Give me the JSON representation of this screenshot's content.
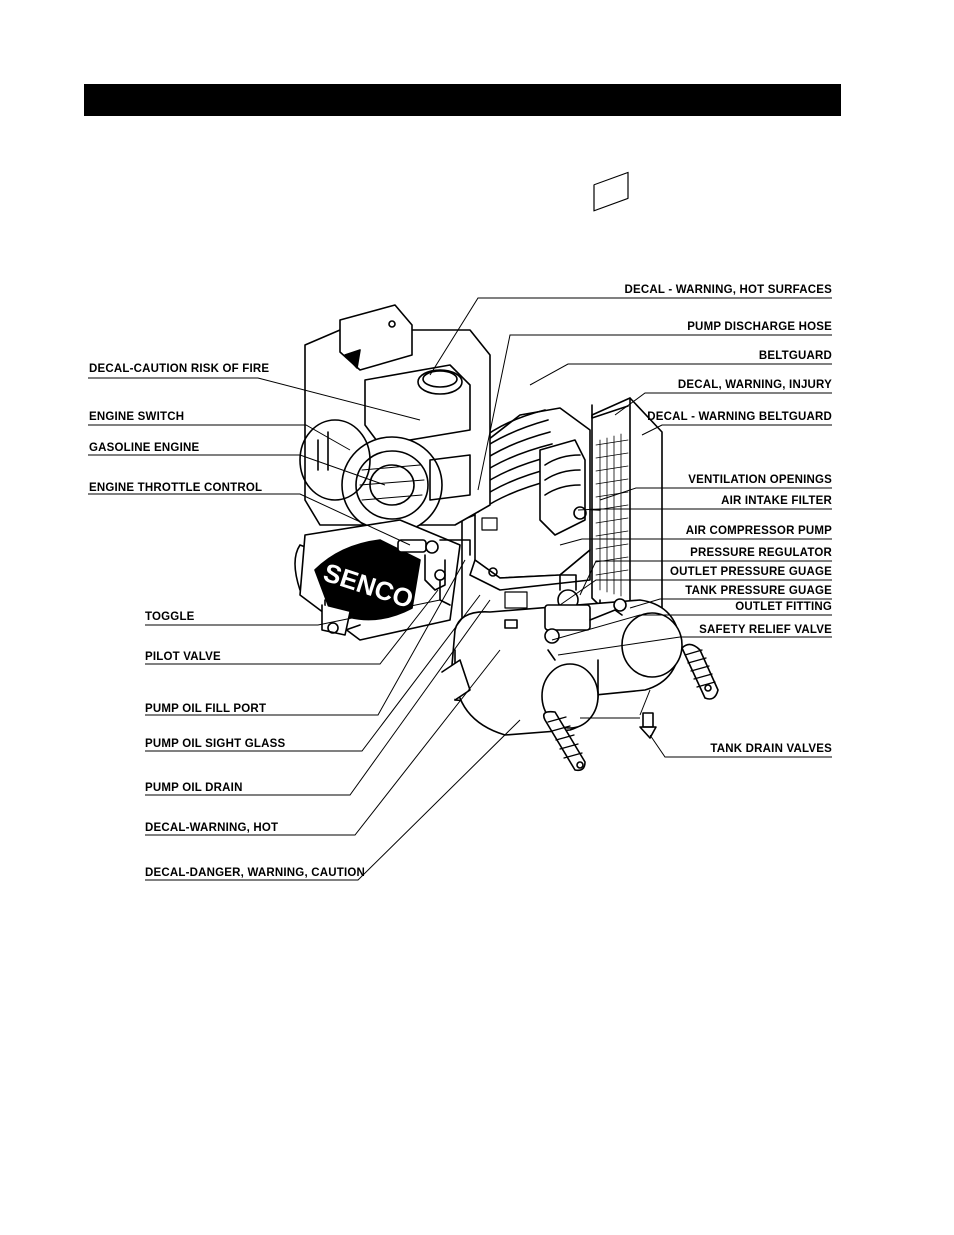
{
  "brand": "SENCO",
  "colors": {
    "ink": "#000000",
    "paper": "#ffffff"
  },
  "labels": {
    "left": [
      "DECAL-CAUTION RISK OF FIRE",
      "ENGINE SWITCH",
      "GASOLINE ENGINE",
      "ENGINE THROTTLE CONTROL"
    ],
    "bottom_left": [
      "TOGGLE",
      "PILOT VALVE",
      "PUMP OIL FILL PORT",
      "PUMP OIL SIGHT GLASS",
      "PUMP OIL DRAIN",
      "DECAL-WARNING, HOT",
      "DECAL-DANGER, WARNING, CAUTION"
    ],
    "right": [
      "DECAL - WARNING, HOT SURFACES",
      "PUMP DISCHARGE HOSE",
      "BELTGUARD",
      "DECAL, WARNING, INJURY",
      "DECAL - WARNING BELTGUARD",
      "VENTILATION OPENINGS",
      "AIR INTAKE FILTER",
      "AIR COMPRESSOR PUMP",
      "PRESSURE REGULATOR",
      "OUTLET PRESSURE GUAGE",
      "TANK PRESSURE GUAGE",
      "OUTLET FITTING",
      "SAFETY RELIEF VALVE",
      "TANK DRAIN VALVES"
    ]
  }
}
